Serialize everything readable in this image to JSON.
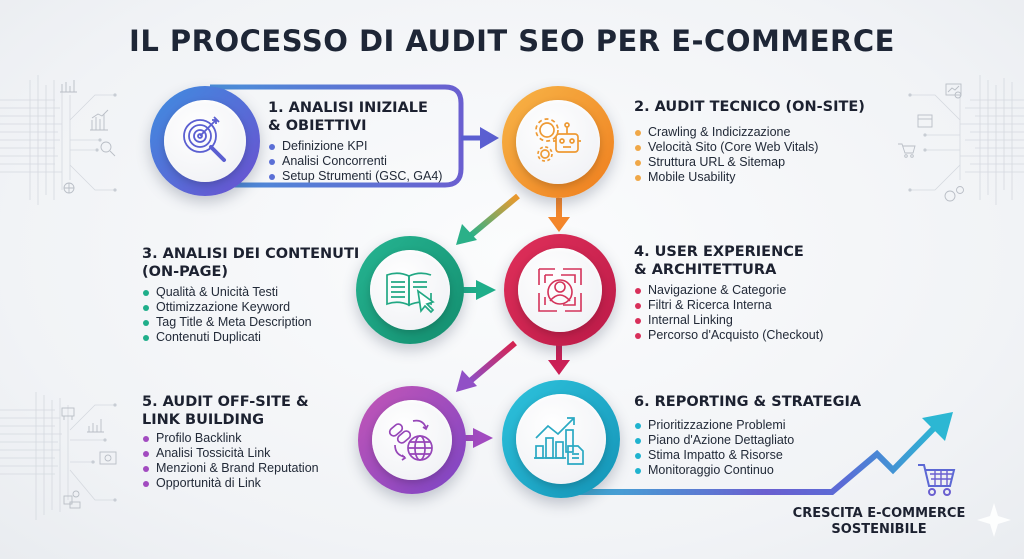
{
  "title": "IL PROCESSO DI AUDIT SEO PER E-COMMERCE",
  "steps": [
    {
      "number": 1,
      "title_line1": "1. ANALISI INIZIALE",
      "title_line2": "& OBIETTIVI",
      "color": "#5b5fd1",
      "icon": "target-search-icon",
      "items": [
        "Definizione KPI",
        "Analisi Concorrenti",
        "Setup Strumenti (GSC, GA4)"
      ]
    },
    {
      "number": 2,
      "title_line1": "2. AUDIT TECNICO (ON-SITE)",
      "title_line2": "",
      "color": "#f39a2b",
      "icon": "gears-robot-icon",
      "items": [
        "Crawling & Indicizzazione",
        "Velocità Sito (Core Web Vitals)",
        "Struttura URL & Sitemap",
        "Mobile Usability"
      ]
    },
    {
      "number": 3,
      "title_line1": "3. ANALISI DEI CONTENUTI",
      "title_line2": "(ON-PAGE)",
      "color": "#1fae8a",
      "icon": "open-book-cursor-icon",
      "items": [
        "Qualità & Unicità Testi",
        "Ottimizzazione Keyword",
        "Tag Title & Meta Description",
        "Contenuti Duplicati"
      ]
    },
    {
      "number": 4,
      "title_line1": "4. USER EXPERIENCE",
      "title_line2": "& ARCHITETTURA",
      "color": "#d8234f",
      "icon": "maze-user-icon",
      "items": [
        "Navigazione & Categorie",
        "Filtri & Ricerca Interna",
        "Internal Linking",
        "Percorso d'Acquisto (Checkout)"
      ]
    },
    {
      "number": 5,
      "title_line1": "5. AUDIT OFF-SITE &",
      "title_line2": "LINK BUILDING",
      "color": "#a24bc0",
      "icon": "link-globe-icon",
      "items": [
        "Profilo Backlink",
        "Analisi Tossicità Link",
        "Menzioni & Brand Reputation",
        "Opportunità di Link"
      ]
    },
    {
      "number": 6,
      "title_line1": "6. REPORTING & STRATEGIA",
      "title_line2": "",
      "color": "#1fb3cf",
      "icon": "growth-chart-report-icon",
      "items": [
        "Prioritizzazione Problemi",
        "Piano d'Azione Dettagliato",
        "Stima Impatto & Risorse",
        "Monitoraggio Continuo"
      ]
    }
  ],
  "goal": {
    "line1": "CRESCITA E-COMMERCE",
    "line2": "SOSTENIBILE",
    "icon": "shopping-cart-icon"
  }
}
